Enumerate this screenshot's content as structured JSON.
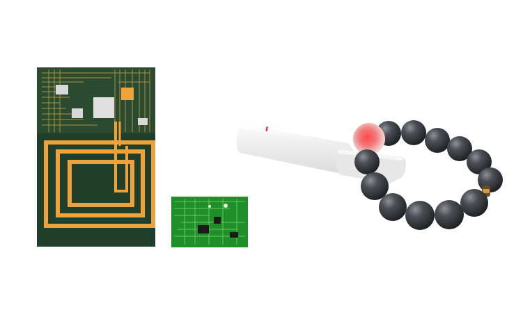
{
  "scene": {
    "items": [
      {
        "name": "large-nfc-antenna-circuit-board"
      },
      {
        "name": "small-green-circuit-board"
      },
      {
        "name": "white-charging-dock"
      },
      {
        "name": "black-bead-bracelet"
      }
    ]
  },
  "colors": {
    "background": "#ffffff",
    "large_board": "#1f3f2a",
    "antenna_trace": "#f0a23a",
    "small_board": "#1f8f2a",
    "dock": "#f2f2f2",
    "bead": "#3a3c40",
    "indicator_led": "#e23b3b"
  }
}
